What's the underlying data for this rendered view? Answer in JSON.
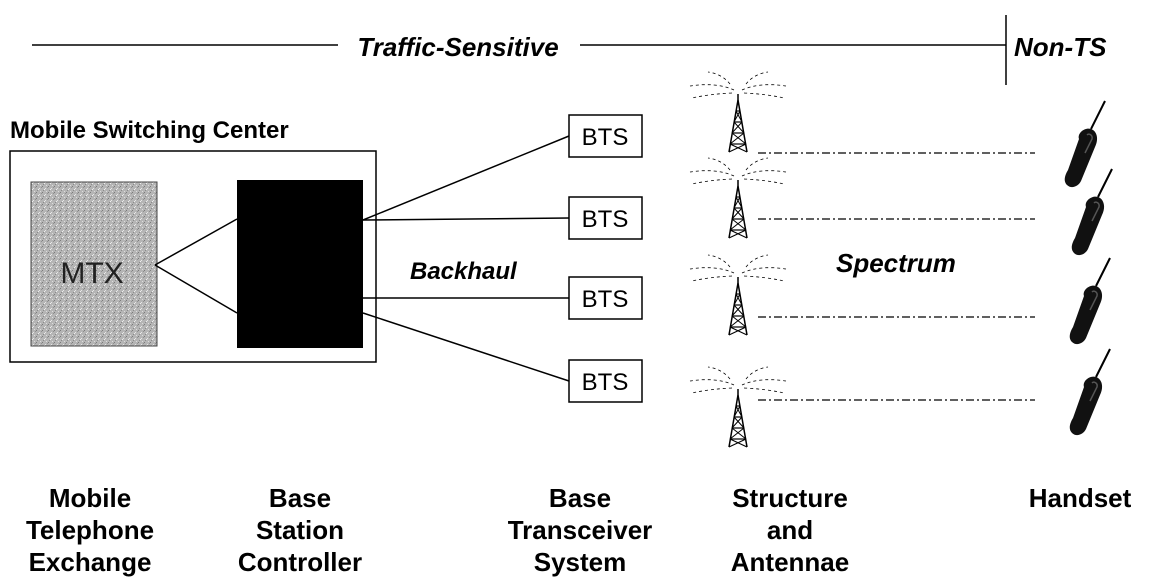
{
  "header": {
    "traffic_sensitive": "Traffic-Sensitive",
    "non_ts": "Non-TS"
  },
  "msc_title": "Mobile Switching Center",
  "mtx_label": "MTX",
  "bts_label": "BTS",
  "backhaul_label": "Backhaul",
  "spectrum_label": "Spectrum",
  "columns": [
    {
      "lines": [
        "Mobile",
        "Telephone",
        "Exchange"
      ]
    },
    {
      "lines": [
        "Base",
        "Station",
        "Controller"
      ]
    },
    {
      "lines": [
        "Base",
        "Transceiver",
        "System"
      ]
    },
    {
      "lines": [
        "Structure",
        "and",
        "Antennae"
      ]
    },
    {
      "lines": [
        "Handset"
      ]
    }
  ],
  "colors": {
    "ink": "#000000",
    "bsc_fill": "#000000",
    "mtx_fill": "#b8b8b8",
    "background": "#ffffff"
  }
}
